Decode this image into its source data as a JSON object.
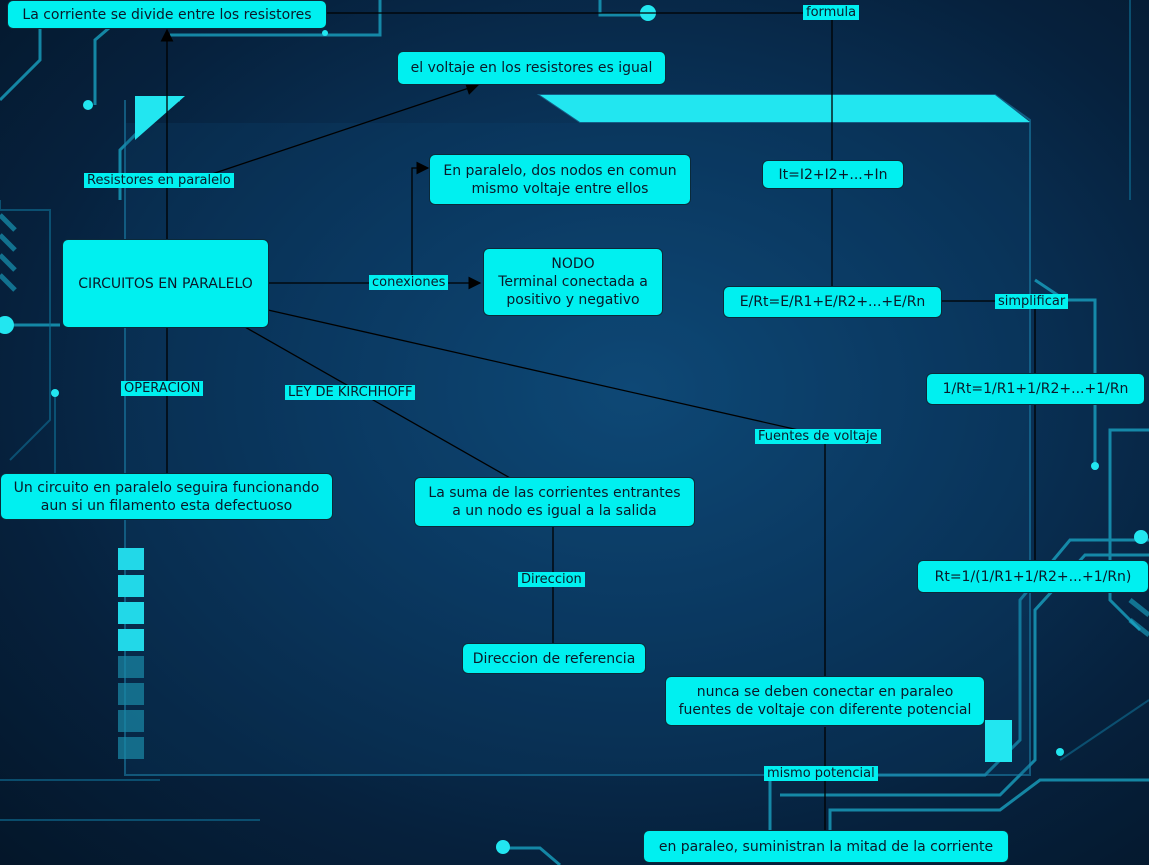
{
  "concept_map": {
    "root": "CIRCUITOS EN PARALELO",
    "nodes": {
      "corriente_divide": "La corriente se divide entre los resistores",
      "voltaje_igual": "el voltaje en los resistores es igual",
      "dos_nodos": "En paralelo, dos nodos en comun\nmismo voltaje entre ellos",
      "nodo": "NODO\nTerminal conectada a\npositivo y negativo",
      "it_formula": "It=I2+I2+...+In",
      "e_rt": "E/Rt=E/R1+E/R2+...+E/Rn",
      "inv_rt": "1/Rt=1/R1+1/R2+...+1/Rn",
      "rt": "Rt=1/(1/R1+1/R2+...+1/Rn)",
      "filamento": "Un circuito en paralelo seguira funcionando\naun si un filamento esta defectuoso",
      "suma_corrientes": "La suma de las corrientes entrantes\na un nodo es igual a la salida",
      "direccion_ref": "Direccion de referencia",
      "nunca_conectar": "nunca se deben conectar en paraleo\nfuentes de voltaje con diferente potencial",
      "mitad_corriente": "en paraleo, suministran la mitad de la corriente"
    },
    "links": {
      "formula": "formula",
      "resistores": "Resistores en paralelo",
      "conexiones": "conexiones",
      "simplificar": "simplificar",
      "operacion": "OPERACION",
      "kirchhoff": "LEY DE KIRCHHOFF",
      "fuentes": "Fuentes de voltaje",
      "direccion": "Direccion",
      "mismo_potencial": "mismo potencial"
    }
  },
  "colors": {
    "node_fill": "#00f0f0",
    "line": "#000000",
    "accent": "#22e6f0"
  }
}
